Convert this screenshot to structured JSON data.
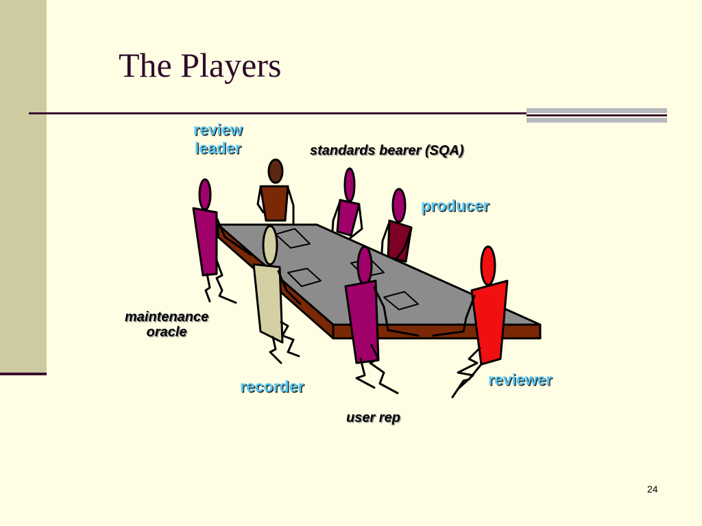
{
  "slide": {
    "title": "The Players",
    "page_number": "24"
  },
  "roles": {
    "review_leader_line1": "review",
    "review_leader_line2": "leader",
    "standards_bearer": "standards bearer (SQA)",
    "producer": "producer",
    "maintenance_oracle_line1": "maintenance",
    "maintenance_oracle_line2": "oracle",
    "recorder": "recorder",
    "reviewer": "reviewer",
    "user_rep": "user rep"
  },
  "colors": {
    "background": "#FFFDE3",
    "sidebar": "#CFCBA1",
    "title_text": "#2E0A2A",
    "role_label_blue": "#5CC8F2",
    "table_top": "#8C8C8C",
    "table_edge": "#7A2806",
    "magenta_figure": "#A0006A",
    "dark_red_figure": "#7E0024",
    "brown_figure": "#7A2806",
    "red_figure": "#F01010",
    "beige_figure": "#D4D0A4"
  }
}
